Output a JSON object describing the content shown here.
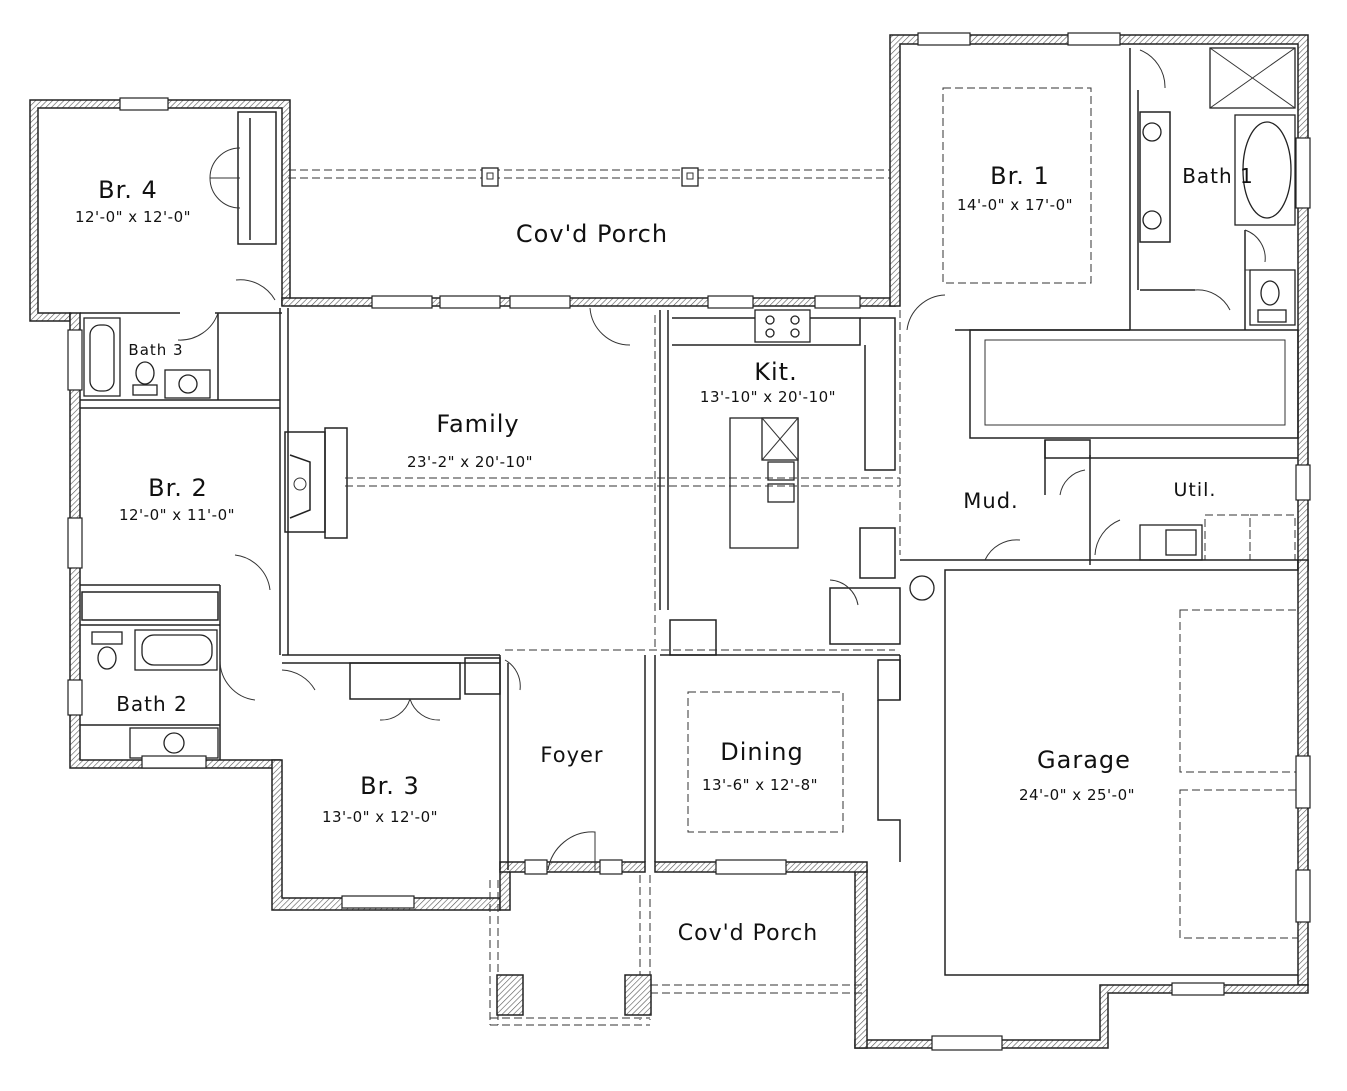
{
  "rooms": {
    "br4": {
      "name": "Br. 4",
      "dims": "12'-0\" x 12'-0\""
    },
    "covd_porch_rear": {
      "name": "Cov'd Porch"
    },
    "br1": {
      "name": "Br. 1",
      "dims": "14'-0\" x 17'-0\""
    },
    "bath1": {
      "name": "Bath 1"
    },
    "bath3": {
      "name": "Bath 3"
    },
    "family": {
      "name": "Family",
      "dims": "23'-2\" x 20'-10\""
    },
    "kit": {
      "name": "Kit.",
      "dims": "13'-10\" x 20'-10\""
    },
    "br2": {
      "name": "Br. 2",
      "dims": "12'-0\" x 11'-0\""
    },
    "mud": {
      "name": "Mud."
    },
    "util": {
      "name": "Util."
    },
    "bath2": {
      "name": "Bath 2"
    },
    "foyer": {
      "name": "Foyer"
    },
    "dining": {
      "name": "Dining",
      "dims": "13'-6\" x 12'-8\""
    },
    "garage": {
      "name": "Garage",
      "dims": "24'-0\" x 25'-0\""
    },
    "br3": {
      "name": "Br. 3",
      "dims": "13'-0\" x 12'-0\""
    },
    "covd_porch_front": {
      "name": "Cov'd Porch"
    }
  }
}
